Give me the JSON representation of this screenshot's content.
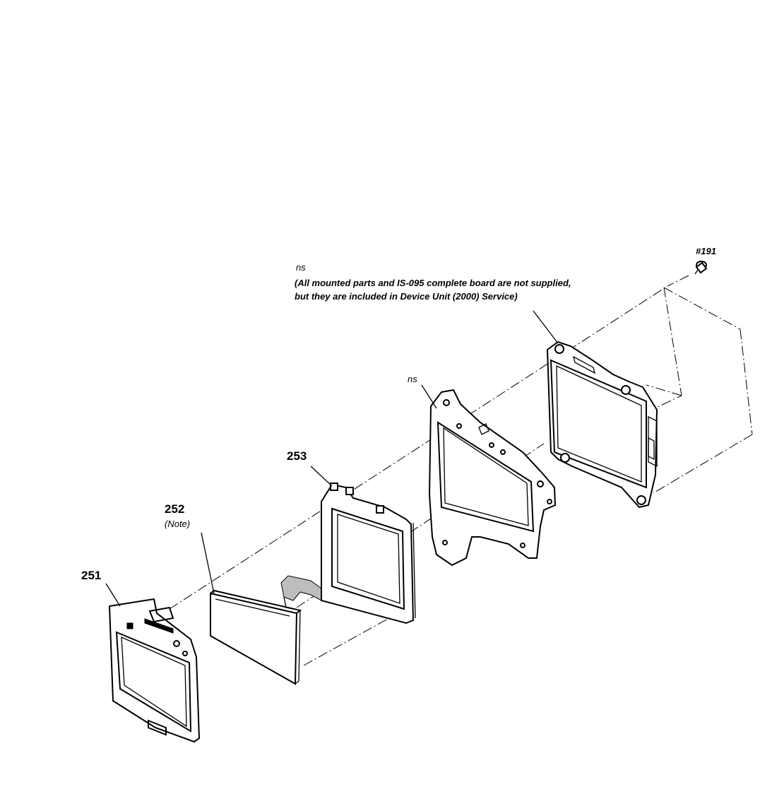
{
  "labels": {
    "part_251": "251",
    "part_252": "252",
    "part_252_note": "(Note)",
    "part_253": "253",
    "ns_frame": "ns",
    "ns_board": "ns",
    "screw": "#191"
  },
  "board_note": {
    "line1": "(All mounted parts and IS-095 complete board are not supplied,",
    "line2": "but they are included in Device Unit (2000) Service)"
  }
}
